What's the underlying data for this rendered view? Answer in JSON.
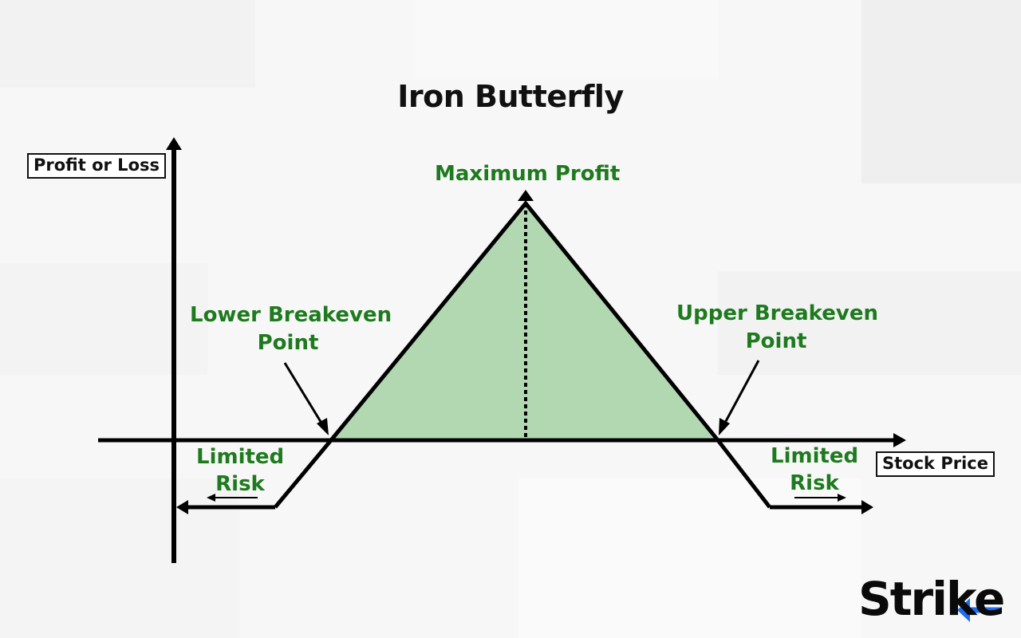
{
  "title": "Iron Butterfly",
  "axes": {
    "y_label": "Profit or Loss",
    "x_label": "Stock Price"
  },
  "annotations": {
    "max_profit": "Maximum Profit",
    "lower_breakeven_line1": "Lower Breakeven",
    "lower_breakeven_line2": "Point",
    "upper_breakeven_line1": "Upper Breakeven",
    "upper_breakeven_line2": "Point",
    "limited_risk_left_line1": "Limited",
    "limited_risk_left_line2": "Risk",
    "limited_risk_right_line1": "Limited",
    "limited_risk_right_line2": "Risk"
  },
  "brand": {
    "logo_text": "Strike"
  },
  "colors": {
    "profit_fill": "#b2d8b2",
    "label_green": "#1e7a1e",
    "line": "#000000",
    "brand_accent": "#1e6cf2"
  }
}
